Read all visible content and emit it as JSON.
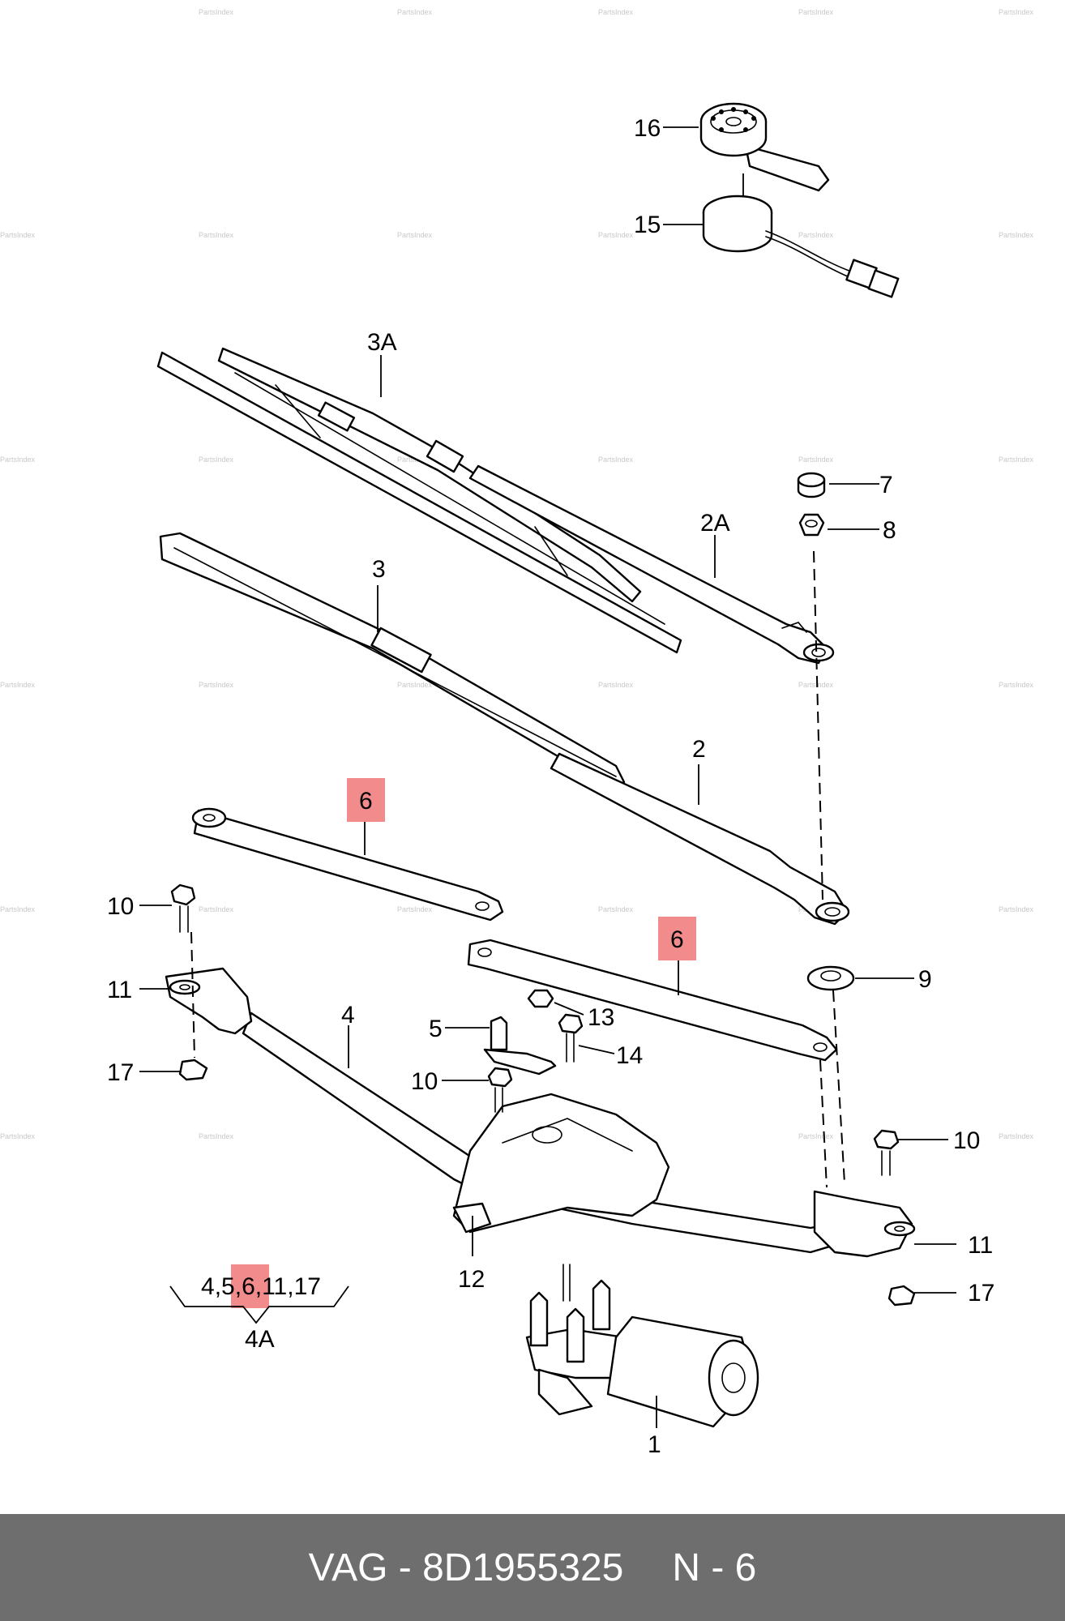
{
  "watermark": "PartsIndex",
  "callouts": {
    "c16": "16",
    "c15": "15",
    "c3A": "3A",
    "c7": "7",
    "c8": "8",
    "c2A": "2A",
    "c3": "3",
    "c2": "2",
    "c6a": "6",
    "c6b": "6",
    "c10a": "10",
    "c11a": "11",
    "c17a": "17",
    "c4": "4",
    "c13": "13",
    "c5": "5",
    "c14": "14",
    "c9": "9",
    "c10b": "10",
    "c10c": "10",
    "c11b": "11",
    "c12": "12",
    "c17b": "17",
    "c1": "1"
  },
  "kit": {
    "items_a": "4,5,",
    "items_hl": "6",
    "items_b": ",11,17",
    "label": "4A"
  },
  "highlight_color": "#f28b8b",
  "footer": {
    "brand_part": "VAG - 8D1955325",
    "position": "N - 6"
  }
}
